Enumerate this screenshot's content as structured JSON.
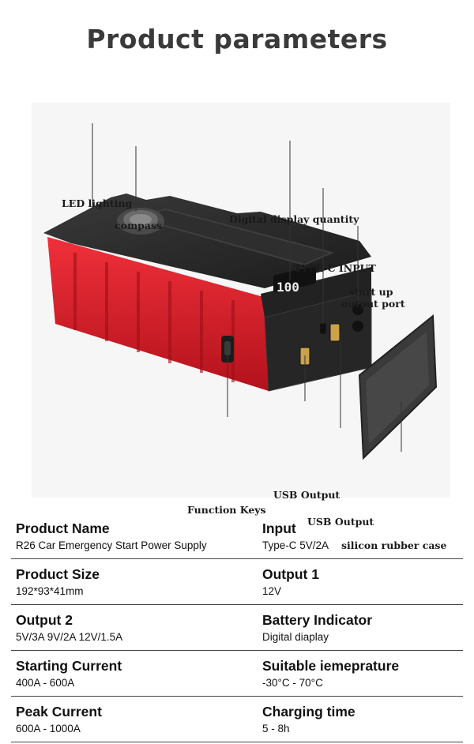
{
  "header": {
    "title": "Product parameters"
  },
  "callouts": {
    "led": "LED lighting",
    "compass": "compass",
    "display": "Digital display quantity",
    "typec": "TYPE-C INPUT",
    "startup_1": "start up",
    "startup_2": "output port",
    "usb1": "USB Output",
    "usb2": "USB Output",
    "function": "Function Keys",
    "case": "silicon rubber case"
  },
  "device": {
    "display_value": "100",
    "body_color": "#e2202c",
    "shell_color": "#2a2a2a"
  },
  "specs": [
    {
      "left_label": "Product Name",
      "left_value": "R26 Car Emergency Start Power Supply",
      "right_label": "Input",
      "right_value": "Type-C 5V/2A"
    },
    {
      "left_label": "Product Size",
      "left_value": "192*93*41mm",
      "right_label": "Output 1",
      "right_value": "12V"
    },
    {
      "left_label": "Output 2",
      "left_value": "5V/3A 9V/2A 12V/1.5A",
      "right_label": "Battery Indicator",
      "right_value": "Digital diaplay"
    },
    {
      "left_label": "Starting Current",
      "left_value": "400A - 600A",
      "right_label": "Suitable iemeprature",
      "right_value": "-30°C - 70°C"
    },
    {
      "left_label": "Peak Current",
      "left_value": "600A - 1000A",
      "right_label": "Charging time",
      "right_value": "5 - 8h"
    }
  ]
}
